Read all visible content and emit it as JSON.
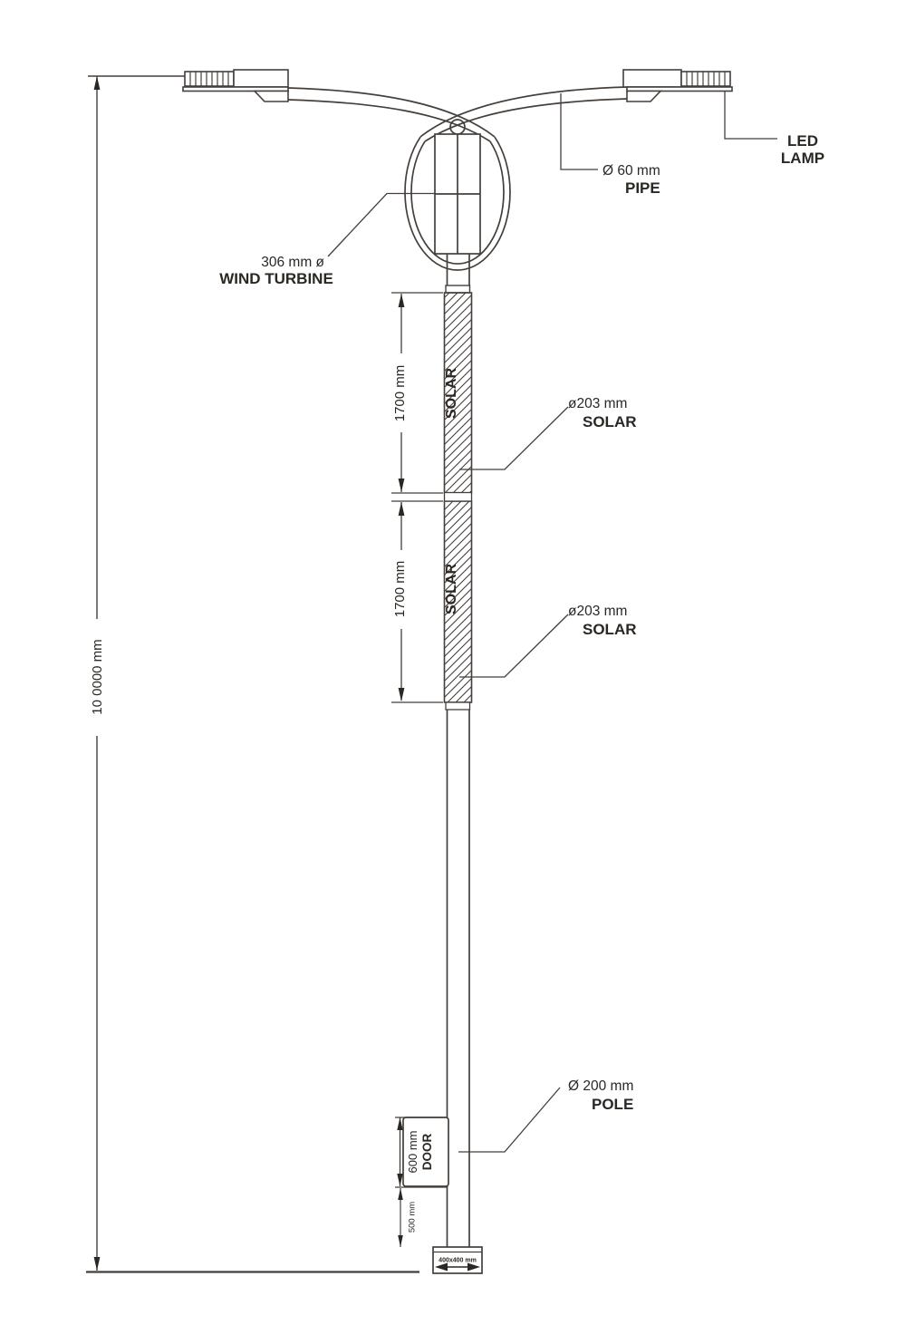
{
  "drawing": {
    "title_context": "solar wind street light pole technical drawing",
    "overall_height_dim": "10 0000 mm",
    "led_lamp": {
      "line1": "LED",
      "line2": "LAMP"
    },
    "pipe": {
      "dia": "Ø 60 mm",
      "name": "PIPE"
    },
    "wind_turbine": {
      "dia": "306 mm ø",
      "name": "WIND TURBINE"
    },
    "solar_upper_callout": {
      "dia": "ø203 mm",
      "name": "SOLAR"
    },
    "solar_lower_callout": {
      "dia": "ø203 mm",
      "name": "SOLAR"
    },
    "solar_upper_dim": {
      "length": "1700 mm",
      "name": "SOLAR"
    },
    "solar_lower_dim": {
      "length": "1700 mm",
      "name": "SOLAR"
    },
    "pole_callout": {
      "dia": "Ø 200 mm",
      "name": "POLE"
    },
    "door_dim": {
      "length": "600 mm",
      "name": "DOOR"
    },
    "base_offset_dim": "500 mm",
    "base_plate_dim": "400x400 mm",
    "colors": {
      "line": "#453f3b",
      "text": "#2b2723",
      "background": "#ffffff"
    }
  }
}
